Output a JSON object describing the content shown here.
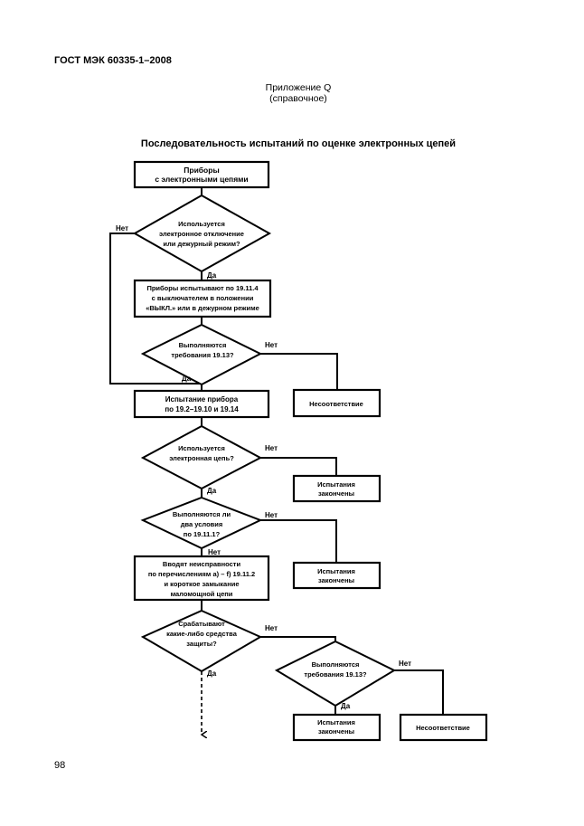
{
  "header": {
    "doc_id": "ГОСТ МЭК 60335-1–2008"
  },
  "annex": {
    "title": "Приложение Q",
    "subtitle": "(справочное)"
  },
  "flowchart": {
    "title": "Последовательность испытаний по оценке электронных цепей",
    "box_appliances": [
      "Приборы",
      "с электронными цепями"
    ],
    "dec_electronic_off": [
      "Используется",
      "электронное отключение",
      "или дежурный режим?"
    ],
    "box_tested_off": [
      "Приборы испытывают по 19.11.4",
      "с выключателем в положении",
      "«ВЫКЛ.» или в дежурном режиме"
    ],
    "dec_req_1": [
      "Выполняются",
      "требования 19.13?"
    ],
    "box_test_19": [
      "Испытание прибора",
      "по 19.2–19.10 и 19.14"
    ],
    "box_noncompliance_1": [
      "Несоответствие"
    ],
    "dec_electronic_circuit": [
      "Используется",
      "электронная цепь?"
    ],
    "box_tests_done_1": [
      "Испытания",
      "закончены"
    ],
    "dec_two_conditions": [
      "Выполняются ли",
      "два условия",
      "по 19.11.1?"
    ],
    "box_tests_done_2": [
      "Испытания",
      "закончены"
    ],
    "box_introduce_faults": [
      "Вводят неисправности",
      "по перечислениям a) – f) 19.11.2",
      "и короткое замыкание",
      "маломощной цепи"
    ],
    "dec_protection": [
      "Срабатывают",
      "какие-либо средства",
      "защиты?"
    ],
    "dec_req_2": [
      "Выполняются",
      "требования 19.13?"
    ],
    "box_tests_done_3": [
      "Испытания",
      "закончены"
    ],
    "box_noncompliance_2": [
      "Несоответствие"
    ],
    "labels": {
      "yes": "Да",
      "no": "Нет"
    }
  },
  "footer": {
    "page_number": "98"
  }
}
